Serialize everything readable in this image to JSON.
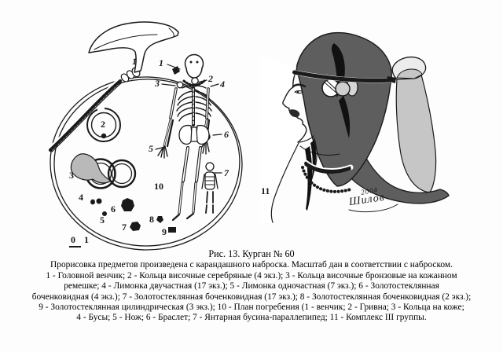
{
  "figure": {
    "caption": {
      "title": "Рис. 13. Курган № 60",
      "lines": [
        "Прорисовка предметов произведена с карандашного наброска. Масштаб дан в соответствии с наброском.",
        "1 - Головной венчик; 2 - Кольца височные серебряные (4 экз.); 3 - Кольца височные бронзовые на кожанном",
        "ремешке; 4 - Лимонка двучастная (17 экз.); 5 - Лимонка одночастная (7 экз.); 6 - Золотостеклянная",
        "боченковидная (4 экз.); 7 - Золотостеклянная боченковидная (17 экз.); 8 - Золотостеклянная боченковидная (2 экз.);",
        "9 - Золотостеклянная цилиндрическая (3 экз.); 10 - План погребения (1 - венчик; 2 - Гривна; 3 - Кольца на коже;",
        "4 - Бусы; 5 - Нож; 6 - Браслет; 7 - Янтарная бусина-параллепипед; 11 - Комплекс III группы."
      ]
    }
  },
  "plan": {
    "ornament_label": "1",
    "skull_label": "1",
    "neck_label": "2",
    "shoulder_ring_label": "3",
    "arm_label": "4",
    "hand_label": "5",
    "bracelet_label": "6",
    "small_figure_label": "7",
    "ring_item_label": "2",
    "strap_item_label": "3",
    "beads_pair_label": "4",
    "bead_single_label": "5",
    "bead_large_label": "6",
    "bead_hex_label": "7",
    "bead_small_label": "8",
    "bead_square_label": "9",
    "plan_label": "10",
    "scale_left": "0",
    "scale_right": "1"
  },
  "portrait": {
    "complex_label": "11",
    "signature_year": "2004",
    "signature_name": "Шилов"
  },
  "colors": {
    "ink": "#1a1a1a",
    "dark_gray": "#5e5e5e",
    "light_gray": "#c6c6c6",
    "mid_gray": "#b9b9b9",
    "ring_gray": "#cfcfcf"
  }
}
